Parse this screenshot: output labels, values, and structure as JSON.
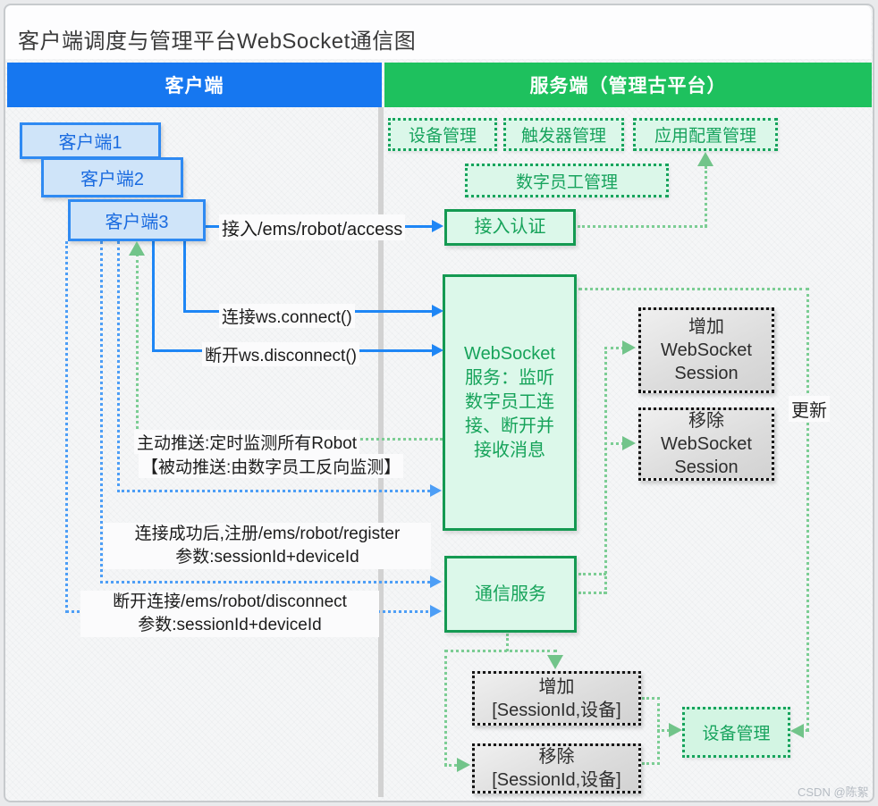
{
  "title": "客户端调度与管理平台WebSocket通信图",
  "watermark": "CSDN @陈絮",
  "columns": {
    "client": "客户端",
    "server": "服务端（管理古平台）"
  },
  "client": {
    "boxes": [
      "客户端1",
      "客户端2",
      "客户端3"
    ]
  },
  "server": {
    "top_boxes": [
      "设备管理",
      "触发器管理",
      "应用配置管理"
    ],
    "digital_worker": "数字员工管理",
    "auth": "接入认证",
    "websocket": "WebSocket\n服务：监听\n数字员工连\n接、断开并\n接收消息",
    "comm": "通信服务",
    "session_add": "增加\nWebSocket\nSession",
    "session_remove": "移除\nWebSocket\nSession",
    "device_add": "增加\n[SessionId,设备]",
    "device_remove": "移除\n[SessionId,设备]",
    "device_mgmt": "设备管理",
    "update": "更新"
  },
  "edges": {
    "access": "接入/ems/robot/access",
    "connect": "连接ws.connect()",
    "disconnect": "断开ws.disconnect()",
    "push_active": "主动推送:定时监测所有Robot",
    "push_passive": "【被动推送:由数字员工反向监测】",
    "register_line1": "连接成功后,注册/ems/robot/register",
    "register_line2": "参数:sessionId+deviceId",
    "disc_api_line1": "断开连接/ems/robot/disconnect",
    "disc_api_line2": "参数:sessionId+deviceId"
  },
  "colors": {
    "client_header": "#1677f0",
    "server_header": "#1ec15e",
    "blue_solid": "#1e86f5",
    "blue_dotted": "#4d9ef6",
    "green_connector": "#7ccd94",
    "green_box": "#16a35c",
    "gray_box_border": "#161616"
  }
}
